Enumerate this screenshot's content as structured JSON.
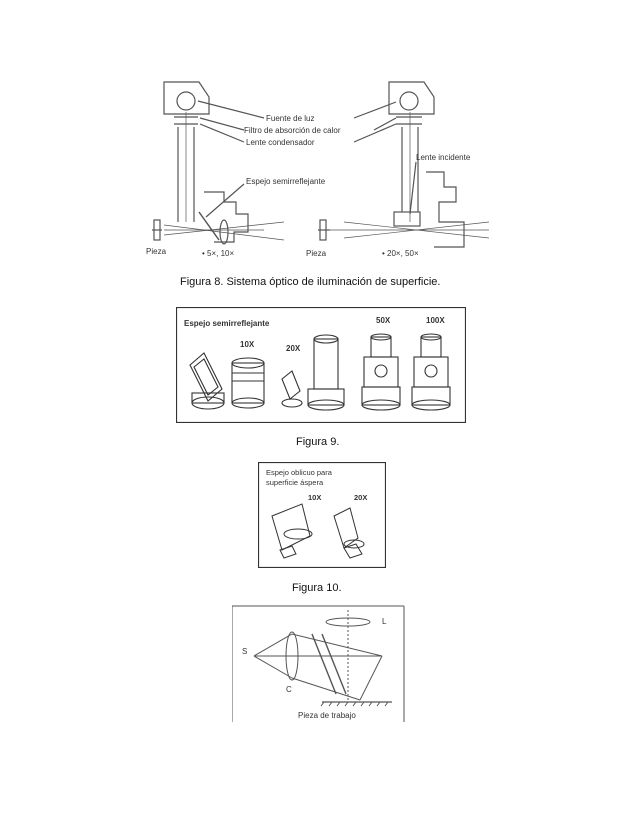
{
  "figure8": {
    "labels": {
      "light_source": "Fuente de luz",
      "heat_filter": "Filtro de absorción de calor",
      "condenser": "Lente condensador",
      "semi_mirror": "Espejo semirreflejante",
      "incident_lens": "Lente incidente",
      "piece_left": "Pieza",
      "piece_right": "Pieza",
      "mag_left": "• 5×, 10×",
      "mag_right": "• 20×, 50×"
    },
    "caption": "Figura 8. Sistema óptico de iluminación de superficie."
  },
  "figure9": {
    "labels": {
      "mirror": "Espejo semirreflejante",
      "m10": "10X",
      "m20": "20X",
      "m50": "50X",
      "m100": "100X"
    },
    "caption": "Figura 9."
  },
  "figure10": {
    "labels": {
      "title_line1": "Espejo oblicuo para",
      "title_line2": "superficie áspera",
      "m10": "10X",
      "m20": "20X"
    },
    "caption": "Figura 10."
  },
  "figure11": {
    "labels": {
      "S": "S",
      "L": "L",
      "C": "C",
      "workpiece": "Pieza de trabajo"
    }
  }
}
